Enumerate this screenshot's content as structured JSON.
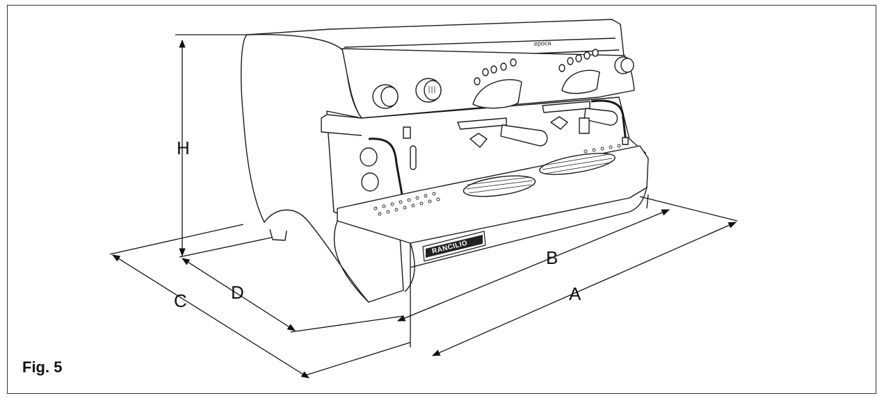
{
  "figure": {
    "label": "Fig. 5"
  },
  "dimensions": {
    "height": "H",
    "width_inner": "B",
    "width_outer": "A",
    "depth_outer": "C",
    "depth_inner": "D"
  },
  "machine": {
    "brand": "RANCILIO",
    "model": "epoca"
  },
  "colors": {
    "line": "#1a1a1a",
    "frame": "#333333",
    "logo_bg": "#222222"
  }
}
